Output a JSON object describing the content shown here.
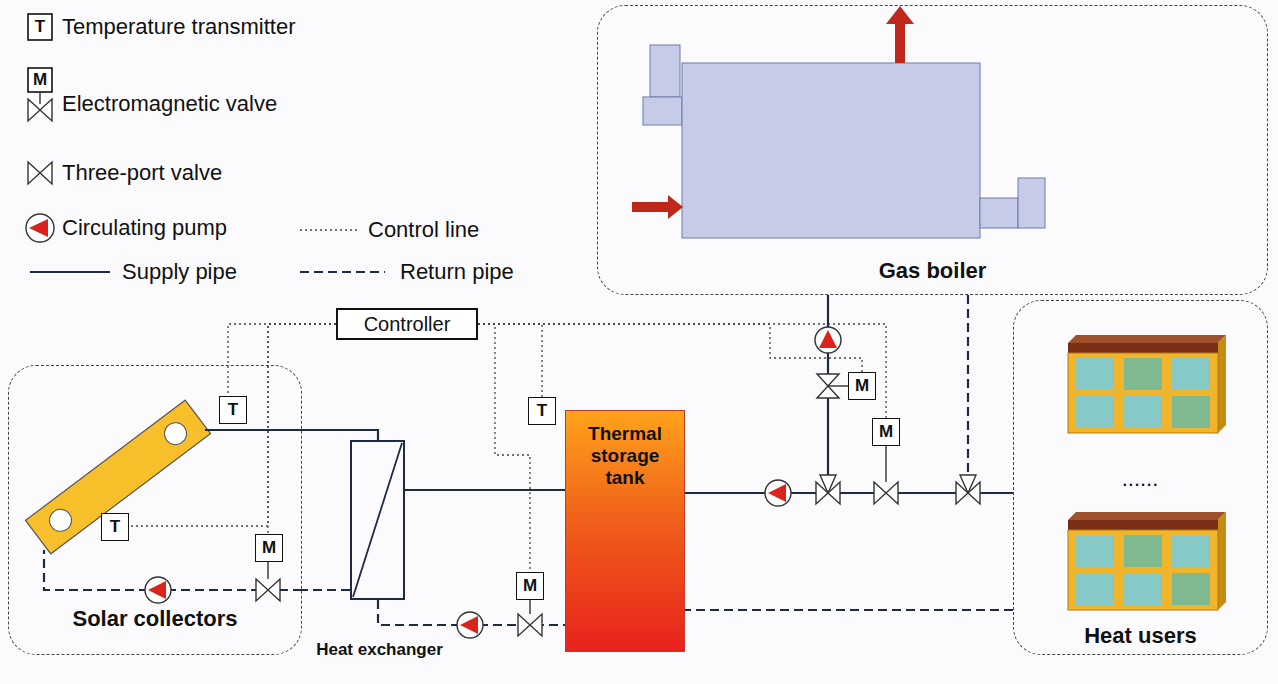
{
  "diagram": {
    "nodes": [
      {
        "text": [
          "Gas boiler"
        ]
      },
      {
        "text": [
          "Controller"
        ]
      },
      {
        "text": [
          "Solar collectors"
        ]
      },
      {
        "text": [
          "T"
        ],
        "in": 2
      },
      {
        "text": [
          "T"
        ],
        "in": 2
      },
      {
        "text": [
          "M"
        ],
        "in": 2
      },
      {
        "text": [
          "Heat exchanger"
        ]
      },
      {
        "text": [
          "T"
        ]
      },
      {
        "text": [
          "Thermal storage tank"
        ]
      },
      {
        "text": [
          "M"
        ]
      },
      {
        "text": [
          "M"
        ]
      },
      {
        "text": [
          "M"
        ]
      },
      {
        "text": [
          "Heat users"
        ]
      }
    ],
    "edges": [
      {
        "from": 1,
        "to": 3,
        "arrow": "none"
      },
      {
        "from": 1,
        "to": 4,
        "arrow": "none"
      },
      {
        "from": 1,
        "to": 5,
        "arrow": "none"
      },
      {
        "from": 1,
        "to": 7,
        "arrow": "none"
      },
      {
        "from": 1,
        "to": 9,
        "arrow": "none"
      },
      {
        "from": 1,
        "to": 10,
        "arrow": "none"
      },
      {
        "from": 1,
        "to": 11,
        "arrow": "none"
      },
      {
        "from": 2,
        "to": 6,
        "arrow": "none"
      },
      {
        "from": 6,
        "to": 2,
        "arrow": "none"
      },
      {
        "from": 6,
        "to": 8,
        "arrow": "none"
      },
      {
        "from": 6,
        "to": 8,
        "arrow": "none"
      },
      {
        "from": 8,
        "to": 12,
        "arrow": "none"
      },
      {
        "from": 0,
        "to": 12,
        "arrow": "none"
      },
      {
        "from": 0,
        "to": 12,
        "arrow": "none"
      },
      {
        "from": 12,
        "to": 8,
        "arrow": "none"
      }
    ],
    "labels": [
      "T",
      "M",
      "......"
    ],
    "legend": [
      {
        "text": "Temperature transmitter"
      },
      {
        "text": "Electromagnetic valve"
      },
      {
        "text": "Three-port valve"
      },
      {
        "text": "Circulating pump"
      },
      {
        "text": "Control line"
      },
      {
        "text": "Supply pipe"
      },
      {
        "text": "Return pipe"
      }
    ]
  }
}
